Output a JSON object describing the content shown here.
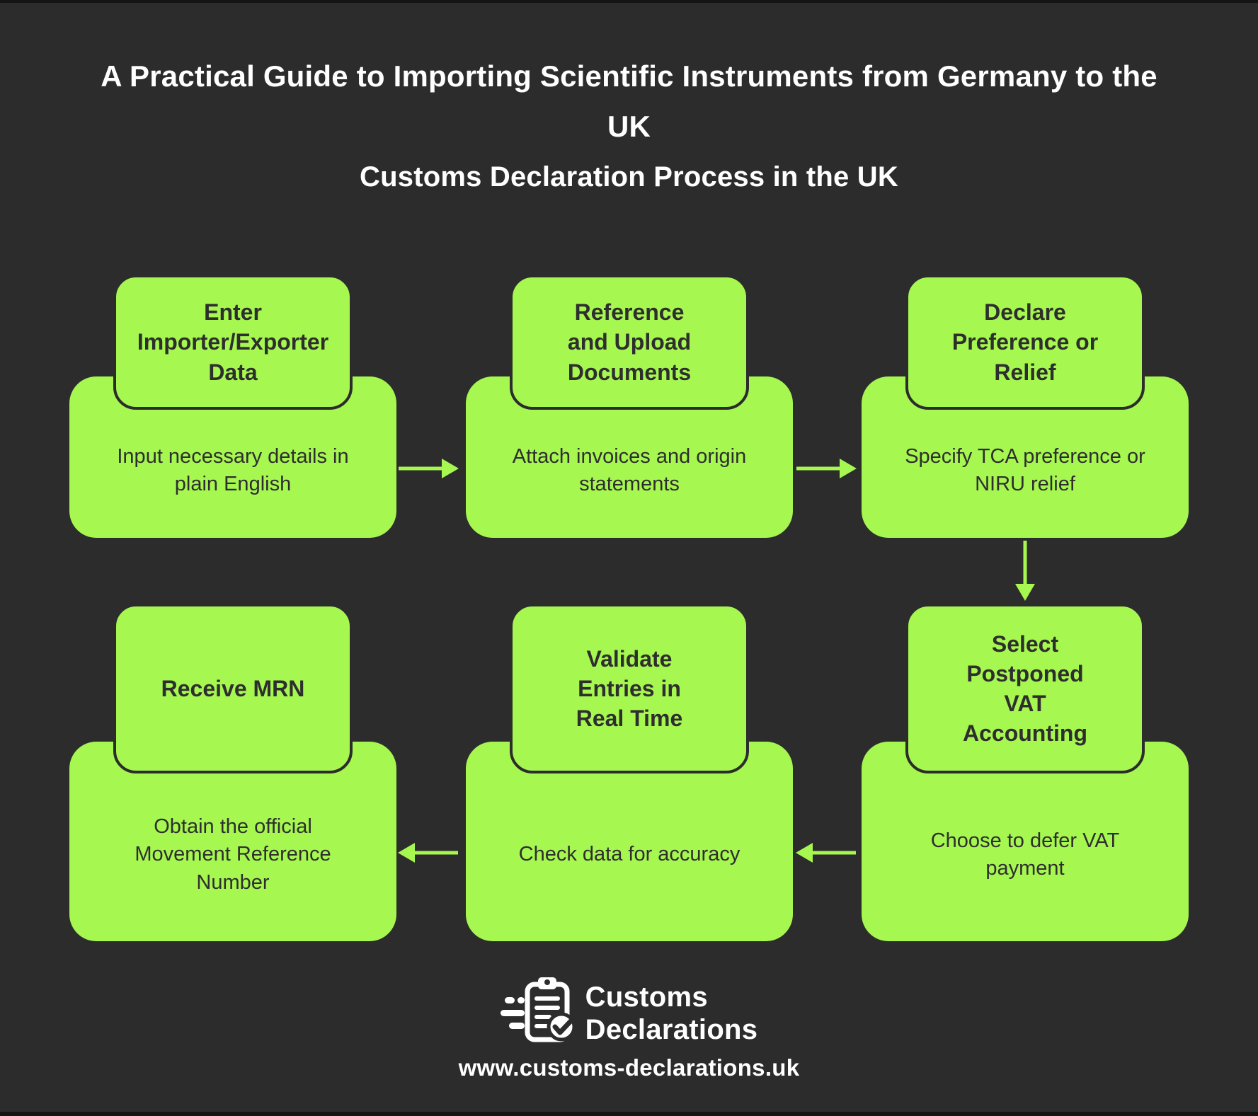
{
  "colors": {
    "background": "#2c2c2c",
    "box_green": "#a6f750",
    "text_dark": "#2e2e2e",
    "text_light": "#ffffff"
  },
  "title": {
    "main": "A Practical Guide to Importing Scientific Instruments from Germany to the\nUK",
    "subtitle": "Customs Declaration Process in the UK"
  },
  "steps": [
    {
      "title": "Enter\nImporter/Exporter\nData",
      "description": "Input necessary details in\nplain English"
    },
    {
      "title": "Reference\nand Upload\nDocuments",
      "description": "Attach invoices and origin\nstatements"
    },
    {
      "title": "Declare\nPreference or\nRelief",
      "description": "Specify TCA preference or\nNIRU relief"
    },
    {
      "title": "Select\nPostponed\nVAT\nAccounting",
      "description": "Choose to defer VAT\npayment"
    },
    {
      "title": "Validate\nEntries in\nReal Time",
      "description": "Check data for accuracy"
    },
    {
      "title": "Receive MRN",
      "description": "Obtain the official\nMovement Reference\nNumber"
    }
  ],
  "footer": {
    "logo_line1": "Customs",
    "logo_line2": "Declarations",
    "website": "www.customs-declarations.uk"
  }
}
